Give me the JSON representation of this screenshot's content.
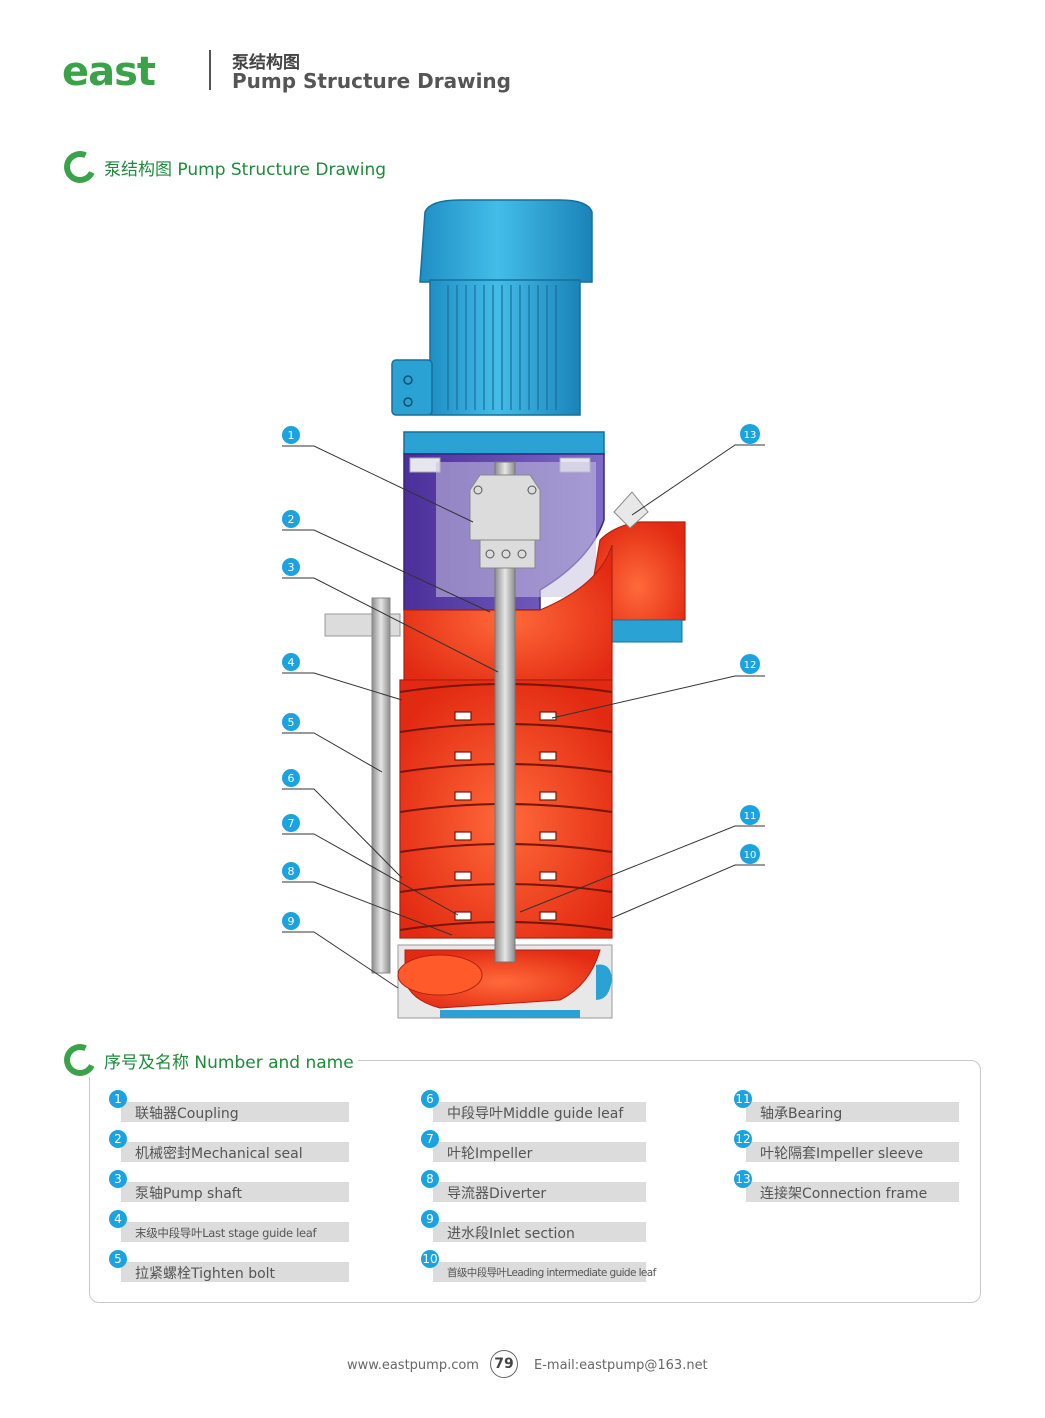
{
  "header": {
    "logo_text": "east",
    "title_cn": "泵结构图",
    "title_en": "Pump Structure Drawing"
  },
  "section1": {
    "title": "泵结构图 Pump Structure Drawing"
  },
  "callouts": [
    "1",
    "2",
    "3",
    "4",
    "5",
    "6",
    "7",
    "8",
    "9",
    "13",
    "12",
    "11",
    "10"
  ],
  "section2": {
    "title": "序号及名称 Number and name"
  },
  "legend": [
    {
      "num": "1",
      "label": "联轴器Coupling"
    },
    {
      "num": "2",
      "label": "机械密封Mechanical seal"
    },
    {
      "num": "3",
      "label": "泵轴Pump shaft"
    },
    {
      "num": "4",
      "label": "末级中段导叶Last stage guide leaf"
    },
    {
      "num": "5",
      "label": "拉紧螺栓Tighten bolt"
    },
    {
      "num": "6",
      "label": "中段导叶Middle guide leaf"
    },
    {
      "num": "7",
      "label": "叶轮Impeller"
    },
    {
      "num": "8",
      "label": "导流器Diverter"
    },
    {
      "num": "9",
      "label": "进水段Inlet section"
    },
    {
      "num": "10",
      "label": "首级中段导叶Leading intermediate guide leaf"
    },
    {
      "num": "11",
      "label": "轴承Bearing"
    },
    {
      "num": "12",
      "label": "叶轮隔套Impeller sleeve"
    },
    {
      "num": "13",
      "label": "连接架Connection frame"
    }
  ],
  "footer": {
    "website": "www.eastpump.com",
    "page": "79",
    "email": "E-mail:eastpump@163.net"
  },
  "colors": {
    "brand_green": "#3aa34a",
    "motor_blue": "#2aa7d8",
    "frame_purple": "#5b3fa8",
    "pump_red": "#e8401f",
    "callout_blue": "#1aa3e0"
  }
}
